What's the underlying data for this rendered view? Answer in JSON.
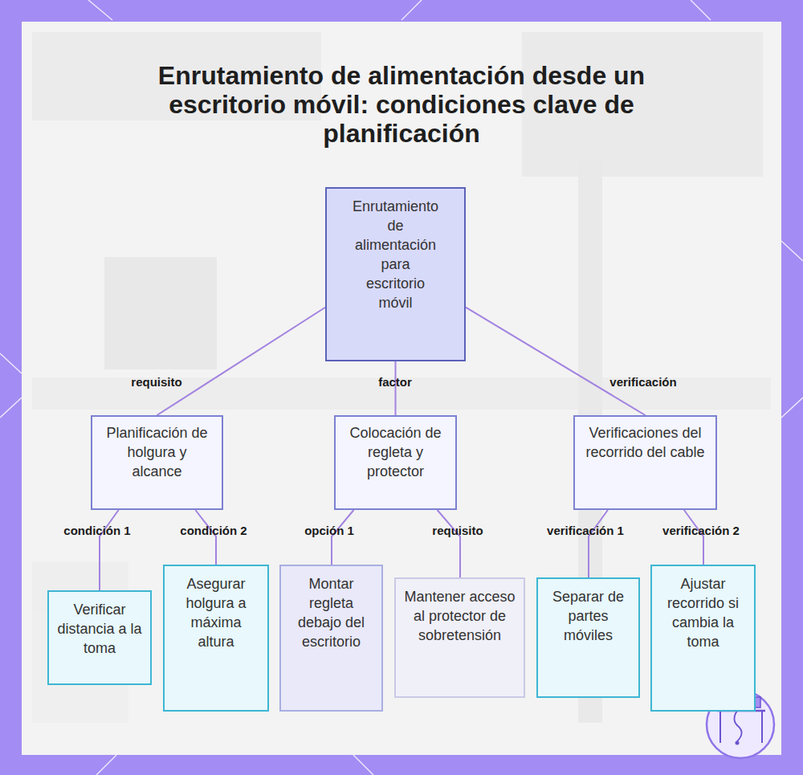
{
  "diagram": {
    "title": "Enrutamiento de alimentación desde un escritorio móvil: condiciones clave de planificación",
    "nodes": [
      {
        "text": [
          "Enrutamiento de alimentación para escritorio móvil"
        ]
      },
      {
        "text": [
          "Planificación de holgura y alcance"
        ]
      },
      {
        "text": [
          "Colocación de regleta y protector"
        ]
      },
      {
        "text": [
          "Verificaciones del recorrido del cable"
        ]
      },
      {
        "text": [
          "Verificar distancia a la toma"
        ]
      },
      {
        "text": [
          "Asegurar holgura a máxima altura"
        ]
      },
      {
        "text": [
          "Montar regleta debajo del escritorio"
        ]
      },
      {
        "text": [
          "Mantener acceso al protector de sobretensión"
        ]
      },
      {
        "text": [
          "Separar de partes móviles"
        ]
      },
      {
        "text": [
          "Ajustar recorrido si cambia la toma"
        ]
      }
    ],
    "edges": [
      {
        "from": 0,
        "to": 1,
        "label": "requisito",
        "arrow": "none"
      },
      {
        "from": 0,
        "to": 2,
        "label": "factor",
        "arrow": "none"
      },
      {
        "from": 0,
        "to": 3,
        "label": "verificación",
        "arrow": "none"
      },
      {
        "from": 1,
        "to": 4,
        "label": "condición 1",
        "arrow": "none"
      },
      {
        "from": 1,
        "to": 5,
        "label": "condición 2",
        "arrow": "none"
      },
      {
        "from": 2,
        "to": 6,
        "label": "opción 1",
        "arrow": "none"
      },
      {
        "from": 2,
        "to": 7,
        "label": "requisito",
        "arrow": "none"
      },
      {
        "from": 3,
        "to": 8,
        "label": "verificación 1",
        "arrow": "none"
      },
      {
        "from": 3,
        "to": 9,
        "label": "verificación 2",
        "arrow": "none"
      }
    ]
  }
}
